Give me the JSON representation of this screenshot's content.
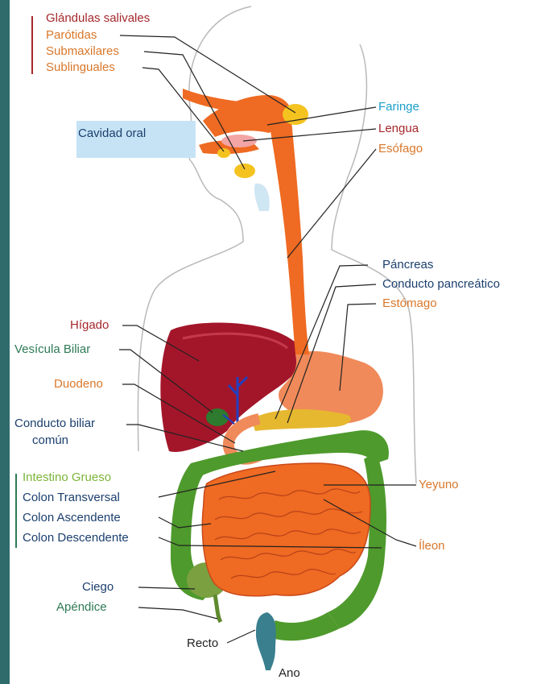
{
  "labels": {
    "glandulas": "Glándulas salivales",
    "parotidas": "Parótidas",
    "submaxilares": "Submaxilares",
    "sublinguales": "Sublinguales",
    "cavidad": "Cavidad oral",
    "faringe": "Faringe",
    "lengua": "Lengua",
    "esofago": "Esófago",
    "pancreas": "Páncreas",
    "conducto_pancreatico": "Conducto pancreático",
    "estomago": "Estómago",
    "higado": "Hígado",
    "vesicula": "Vesícula Biliar",
    "duodeno": "Duodeno",
    "conducto_biliar_1": "Conducto biliar",
    "conducto_biliar_2": "común",
    "intestino_grueso": "Intestino Grueso",
    "colon_transversal": "Colon Transversal",
    "colon_ascendente": "Colon Ascendente",
    "colon_descendente": "Colon Descendente",
    "yeyuno": "Yeyuno",
    "ileon": "Íleon",
    "ciego": "Ciego",
    "apendice": "Apéndice",
    "recto": "Recto",
    "ano": "Ano"
  },
  "colors": {
    "frame": "#2f6b6b",
    "dark_red": "#a5282c",
    "orange": "#d9772a",
    "cyan": "#1a9fc9",
    "navy": "#1b3f6e",
    "green": "#2e7a55",
    "light_green": "#7bb43a",
    "organ_orange": "#ef6a22",
    "liver": "#a3162a",
    "colon_green": "#4e9a2c"
  }
}
